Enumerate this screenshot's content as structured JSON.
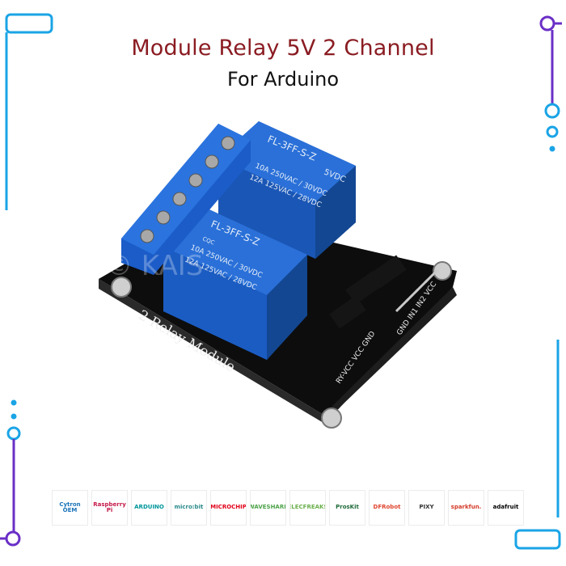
{
  "header": {
    "title": "Module Relay 5V 2 Channel",
    "subtitle": "For Arduino"
  },
  "product": {
    "board_label": "2 Relay Module",
    "relay_model": "FL-3FF-S-Z",
    "relay_voltage": "5VDC",
    "relay_rating_1": "10A 250VAC / 30VDC",
    "relay_rating_2": "12A 125VAC / 28VDC",
    "pin_header_right": "GND IN1 IN2 VCC",
    "pin_header_bottom": "RY-VCC VCC GND",
    "cert_mark": "CQC",
    "watermark": "© KAIS"
  },
  "partners": [
    {
      "name": "Cytron OEM",
      "icon": "cytron-logo",
      "color": "#1a73b8"
    },
    {
      "name": "Raspberry Pi",
      "icon": "raspberry-pi-logo",
      "color": "#c51a4a"
    },
    {
      "name": "ARDUINO",
      "icon": "arduino-logo",
      "color": "#00979c"
    },
    {
      "name": "micro:bit",
      "icon": "microbit-logo",
      "color": "#2a8b8b"
    },
    {
      "name": "MICROCHIP",
      "icon": "microchip-logo",
      "color": "#e2001a"
    },
    {
      "name": "WAVESHARE",
      "icon": "waveshare-logo",
      "color": "#4da34a"
    },
    {
      "name": "ELECFREAKS",
      "icon": "elecfreaks-logo",
      "color": "#6ab04c"
    },
    {
      "name": "ProsKit",
      "icon": "proskit-logo",
      "color": "#1f6b3a"
    },
    {
      "name": "DFRobot",
      "icon": "dfrobot-logo",
      "color": "#e0442e"
    },
    {
      "name": "PIXY",
      "icon": "pixy-logo",
      "color": "#333333"
    },
    {
      "name": "sparkfun.",
      "icon": "sparkfun-logo",
      "color": "#d43b2a"
    },
    {
      "name": "adafruit",
      "icon": "adafruit-logo",
      "color": "#000000"
    }
  ],
  "colors": {
    "frame_blue": "#1aa4e6",
    "frame_purple": "#6a2fc7",
    "title_red": "#8a1c22",
    "relay_blue": "#1e5fc4",
    "pcb_black": "#101010"
  }
}
